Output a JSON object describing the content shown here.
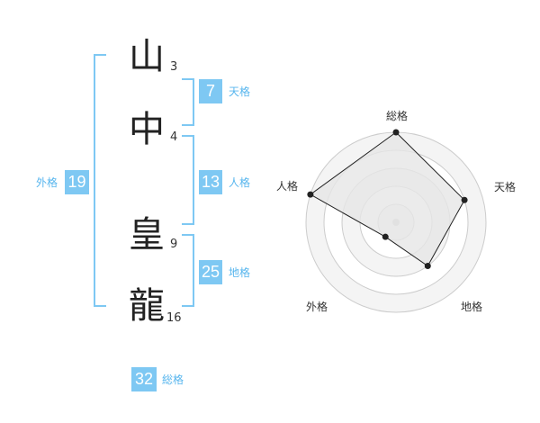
{
  "name_characters": [
    {
      "char": "山",
      "strokes": "3"
    },
    {
      "char": "中",
      "strokes": "4"
    },
    {
      "char": "皇",
      "strokes": "9"
    },
    {
      "char": "龍",
      "strokes": "16"
    }
  ],
  "fortunes": {
    "tenkaku": {
      "value": "7",
      "label": "天格"
    },
    "jinkaku": {
      "value": "13",
      "label": "人格"
    },
    "chikaku": {
      "value": "25",
      "label": "地格"
    },
    "gaikaku": {
      "value": "19",
      "label": "外格"
    },
    "soukaku": {
      "value": "32",
      "label": "総格"
    }
  },
  "chart_data": {
    "type": "radar",
    "axes": [
      "総格",
      "天格",
      "地格",
      "外格",
      "人格"
    ],
    "values": [
      5,
      4,
      3,
      1,
      5
    ],
    "max": 5,
    "rings": 5,
    "colors": {
      "fill": "#e6e6e6",
      "line": "#222222",
      "grid": "#cccccc",
      "accent": "#7ec8f3",
      "tag_text": "#58b6ee"
    }
  }
}
